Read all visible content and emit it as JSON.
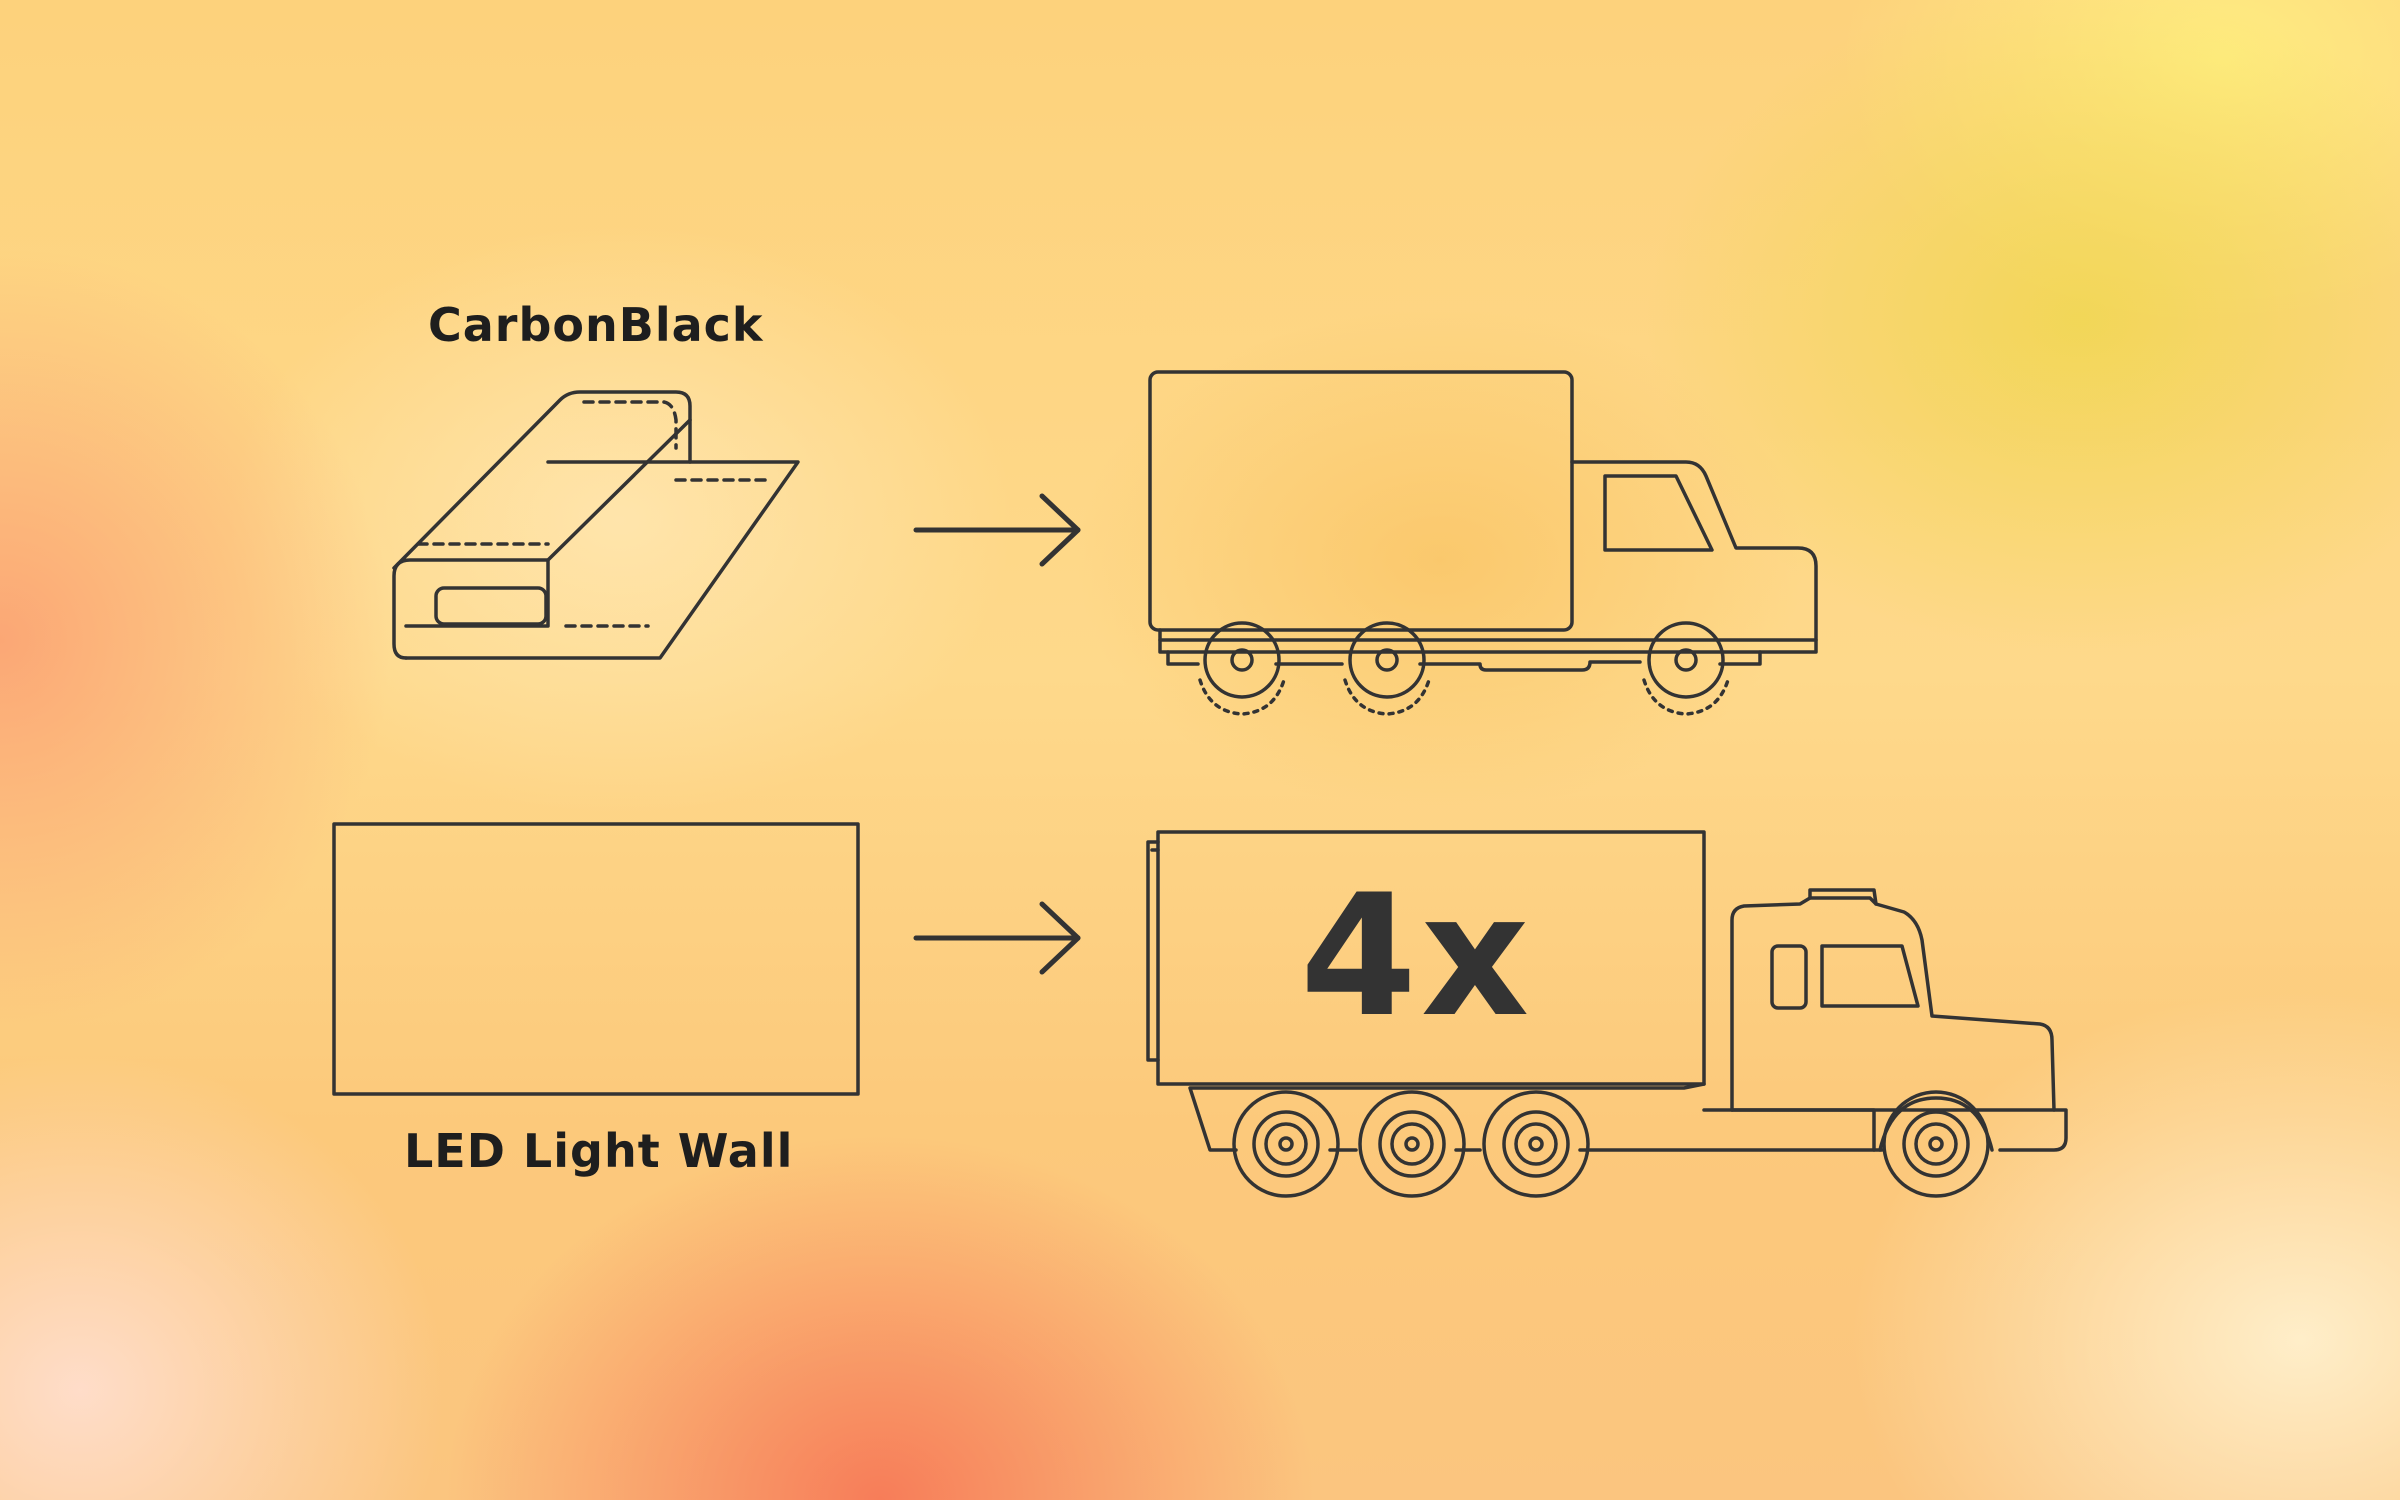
{
  "diagram": {
    "top_row": {
      "label": "CarbonBlack",
      "icon": "fabric-roll-icon",
      "transport": "truck-icon"
    },
    "bottom_row": {
      "label": "LED Light Wall",
      "icon": "panel-icon",
      "transport": "semi-truck-icon",
      "multiplier": "4x"
    }
  },
  "colors": {
    "stroke": "#333333",
    "text": "#1e1e1e"
  }
}
